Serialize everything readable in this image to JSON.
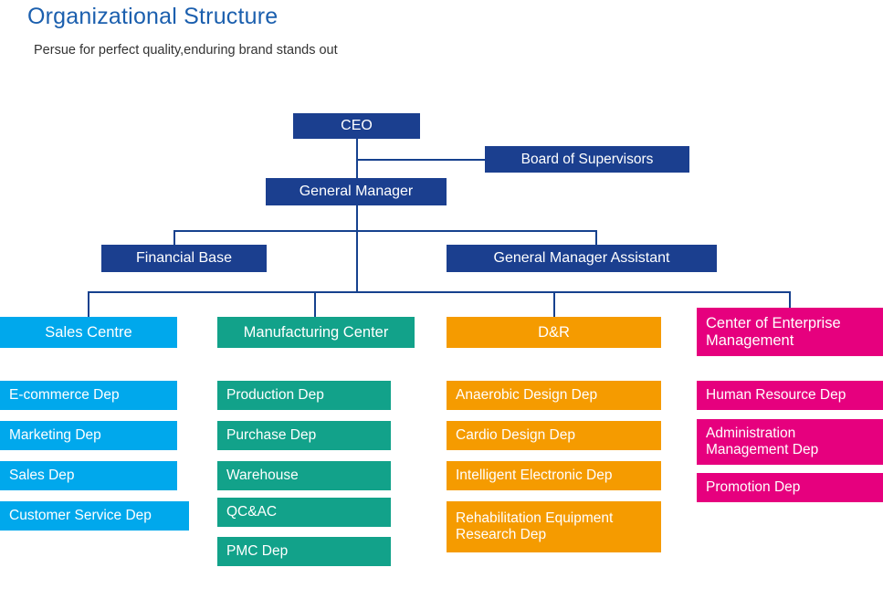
{
  "page": {
    "title": "Organizational Structure",
    "subtitle": "Persue for perfect quality,enduring brand stands out"
  },
  "colors": {
    "title": "#1b5fae",
    "navy": "#1b3f8f",
    "cyan": "#00a8ec",
    "teal": "#12a28a",
    "orange": "#f59b00",
    "magenta": "#e6007e",
    "connector": "#16418e"
  },
  "chart_data": {
    "type": "diagram",
    "title": "Organizational Structure",
    "nodes": [
      {
        "id": "ceo",
        "label": "CEO",
        "color": "#1b3f8f"
      },
      {
        "id": "board",
        "label": "Board of Supervisors",
        "color": "#1b3f8f"
      },
      {
        "id": "gm",
        "label": "General Manager",
        "color": "#1b3f8f"
      },
      {
        "id": "financial",
        "label": "Financial Base",
        "color": "#1b3f8f"
      },
      {
        "id": "gma",
        "label": "General Manager Assistant",
        "color": "#1b3f8f"
      },
      {
        "id": "sales_centre",
        "label": "Sales Centre",
        "color": "#00a8ec"
      },
      {
        "id": "manufacturing",
        "label": "Manufacturing Center",
        "color": "#12a28a"
      },
      {
        "id": "dr",
        "label": "D&R",
        "color": "#f59b00"
      },
      {
        "id": "coem",
        "label": "Center of Enterprise Management",
        "color": "#e6007e"
      },
      {
        "id": "ecommerce",
        "label": "E-commerce Dep",
        "color": "#00a8ec"
      },
      {
        "id": "marketing",
        "label": "Marketing Dep",
        "color": "#00a8ec"
      },
      {
        "id": "sales_dep",
        "label": "Sales Dep",
        "color": "#00a8ec"
      },
      {
        "id": "customer_service",
        "label": "Customer Service Dep",
        "color": "#00a8ec"
      },
      {
        "id": "production",
        "label": "Production Dep",
        "color": "#12a28a"
      },
      {
        "id": "purchase",
        "label": "Purchase Dep",
        "color": "#12a28a"
      },
      {
        "id": "warehouse",
        "label": "Warehouse",
        "color": "#12a28a"
      },
      {
        "id": "qcac",
        "label": "QC&AC",
        "color": "#12a28a"
      },
      {
        "id": "pmc",
        "label": "PMC Dep",
        "color": "#12a28a"
      },
      {
        "id": "anaerobic",
        "label": "Anaerobic Design Dep",
        "color": "#f59b00"
      },
      {
        "id": "cardio",
        "label": "Cardio Design Dep",
        "color": "#f59b00"
      },
      {
        "id": "intelligent",
        "label": "Intelligent Electronic Dep",
        "color": "#f59b00"
      },
      {
        "id": "rehab",
        "label": "Rehabilitation Equipment Research Dep",
        "color": "#f59b00"
      },
      {
        "id": "hr",
        "label": "Human Resource Dep",
        "color": "#e6007e"
      },
      {
        "id": "admin",
        "label": "Administration Management Dep",
        "color": "#e6007e"
      },
      {
        "id": "promotion",
        "label": "Promotion Dep",
        "color": "#e6007e"
      }
    ],
    "edges": [
      {
        "from": "ceo",
        "to": "board"
      },
      {
        "from": "ceo",
        "to": "gm"
      },
      {
        "from": "gm",
        "to": "financial"
      },
      {
        "from": "gm",
        "to": "gma"
      },
      {
        "from": "gm",
        "to": "sales_centre"
      },
      {
        "from": "gm",
        "to": "manufacturing"
      },
      {
        "from": "gm",
        "to": "dr"
      },
      {
        "from": "gm",
        "to": "coem"
      }
    ]
  },
  "nodes": {
    "ceo": "CEO",
    "board": "Board of Supervisors",
    "gm": "General Manager",
    "financial": "Financial Base",
    "gma": "General Manager Assistant",
    "sales_centre": "Sales Centre",
    "manufacturing": "Manufacturing Center",
    "dr": "D&R",
    "coem_line1": "Center of Enterprise",
    "coem_line2": "Management",
    "ecommerce": "E-commerce Dep",
    "marketing": "Marketing Dep",
    "sales_dep": "Sales Dep",
    "customer_service": "Customer Service Dep",
    "production": "Production Dep",
    "purchase": "Purchase Dep",
    "warehouse": "Warehouse",
    "qcac": "QC&AC",
    "pmc": "PMC Dep",
    "anaerobic": "Anaerobic Design Dep",
    "cardio": "Cardio Design Dep",
    "intelligent": "Intelligent Electronic Dep",
    "rehab_line1": "Rehabilitation Equipment",
    "rehab_line2": "Research Dep",
    "hr": "Human Resource Dep",
    "admin_line1": "Administration",
    "admin_line2": "Management Dep",
    "promotion": "Promotion Dep"
  }
}
